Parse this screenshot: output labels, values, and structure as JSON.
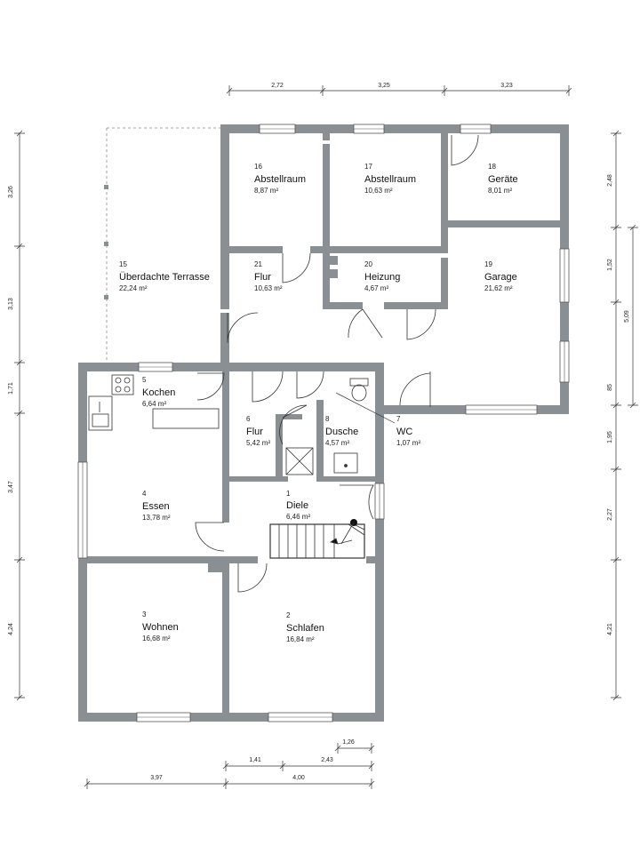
{
  "rooms": [
    {
      "id": "r1",
      "num": "1",
      "name": "Diele",
      "area": "6,46 m²"
    },
    {
      "id": "r2",
      "num": "2",
      "name": "Schlafen",
      "area": "16,84 m²"
    },
    {
      "id": "r3",
      "num": "3",
      "name": "Wohnen",
      "area": "16,68 m²"
    },
    {
      "id": "r4",
      "num": "4",
      "name": "Essen",
      "area": "13,78 m²"
    },
    {
      "id": "r5",
      "num": "5",
      "name": "Kochen",
      "area": "6,64 m²"
    },
    {
      "id": "r6",
      "num": "6",
      "name": "Flur",
      "area": "5,42 m²"
    },
    {
      "id": "r7",
      "num": "7",
      "name": "WC",
      "area": "1,07 m²"
    },
    {
      "id": "r8",
      "num": "8",
      "name": "Dusche",
      "area": "4,57 m²"
    },
    {
      "id": "r15",
      "num": "15",
      "name": "Überdachte Terrasse",
      "area": "22,24 m²"
    },
    {
      "id": "r16",
      "num": "16",
      "name": "Abstellraum",
      "area": "8,87 m²"
    },
    {
      "id": "r17",
      "num": "17",
      "name": "Abstellraum",
      "area": "10,63 m²"
    },
    {
      "id": "r18",
      "num": "18",
      "name": "Geräte",
      "area": "8,01 m²"
    },
    {
      "id": "r19",
      "num": "19",
      "name": "Garage",
      "area": "21,62 m²"
    },
    {
      "id": "r20",
      "num": "20",
      "name": "Heizung",
      "area": "4,67 m²"
    },
    {
      "id": "r21",
      "num": "21",
      "name": "Flur",
      "area": "10,63 m²"
    }
  ],
  "dimensions": {
    "top": [
      "2,72",
      "3,25",
      "3,23"
    ],
    "left": [
      "3,26",
      "3,13",
      "1,71",
      "3,47",
      "4,24"
    ],
    "right_inner": [
      "2,48",
      "1,52",
      "85",
      "1,95",
      "2,27",
      "4,21"
    ],
    "right_outer": "5,09",
    "bottom_1": "1,26",
    "bottom_2": [
      "1,41",
      "2,43"
    ],
    "bottom_3": [
      "3,97",
      "4,00"
    ]
  }
}
